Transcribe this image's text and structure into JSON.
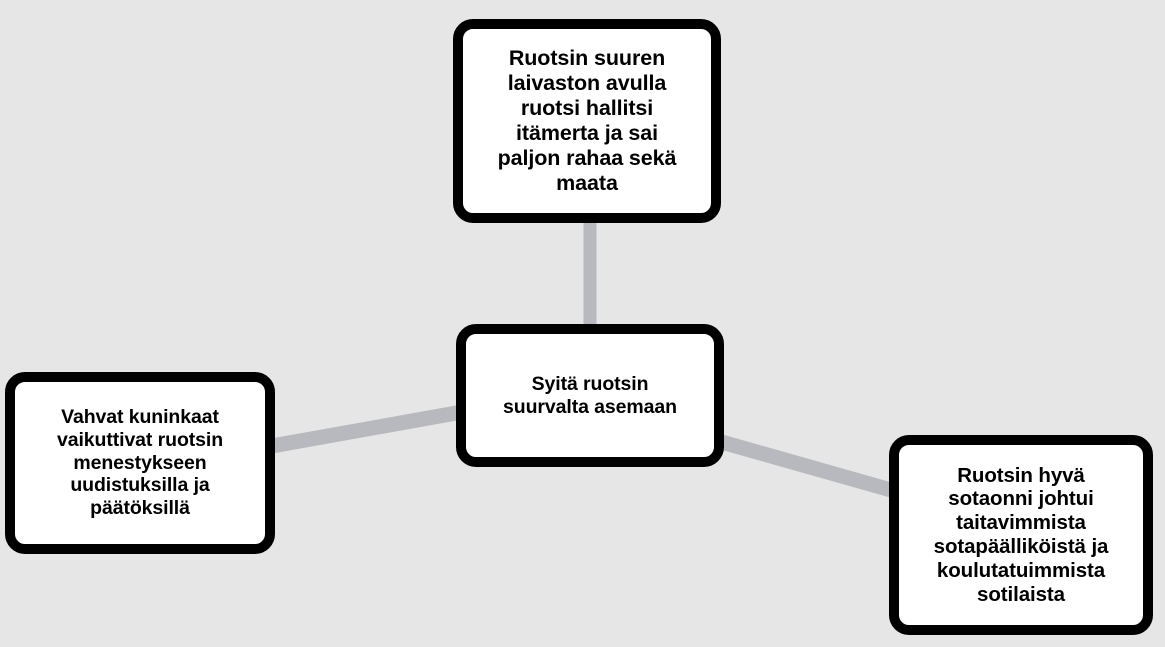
{
  "diagram": {
    "title": "Syitä ruotsin suurvalta asemaan",
    "type": "mind-map",
    "background_color": "#e6e6e6",
    "node_fill_color": "#ffffff",
    "node_border_color": "#000000",
    "connector_color": "#b8b8bf",
    "nodes": [
      {
        "id": "center",
        "role": "root",
        "text": "Syitä ruotsin\nsuurvalta asemaan"
      },
      {
        "id": "top",
        "role": "branch",
        "text": "Ruotsin suuren\nlaivaston avulla\nruotsi hallitsi\nitämerta ja sai\npaljon rahaa sekä\nmaata"
      },
      {
        "id": "left",
        "role": "branch",
        "text": "Vahvat kuninkaat\nvaikuttivat ruotsin\nmenestykseen\nuudistuksilla ja\npäätöksillä"
      },
      {
        "id": "right",
        "role": "branch",
        "text": "Ruotsin hyvä\nsotaonni johtui\ntaitavimmista\nsotapäälliköistä ja\nkoulutatuimmista\nsotilaista"
      }
    ],
    "connectors": [
      {
        "id": "center-to-top",
        "from": "center",
        "to": "top"
      },
      {
        "id": "center-to-left",
        "from": "center",
        "to": "left"
      },
      {
        "id": "center-to-right",
        "from": "center",
        "to": "right"
      }
    ]
  }
}
